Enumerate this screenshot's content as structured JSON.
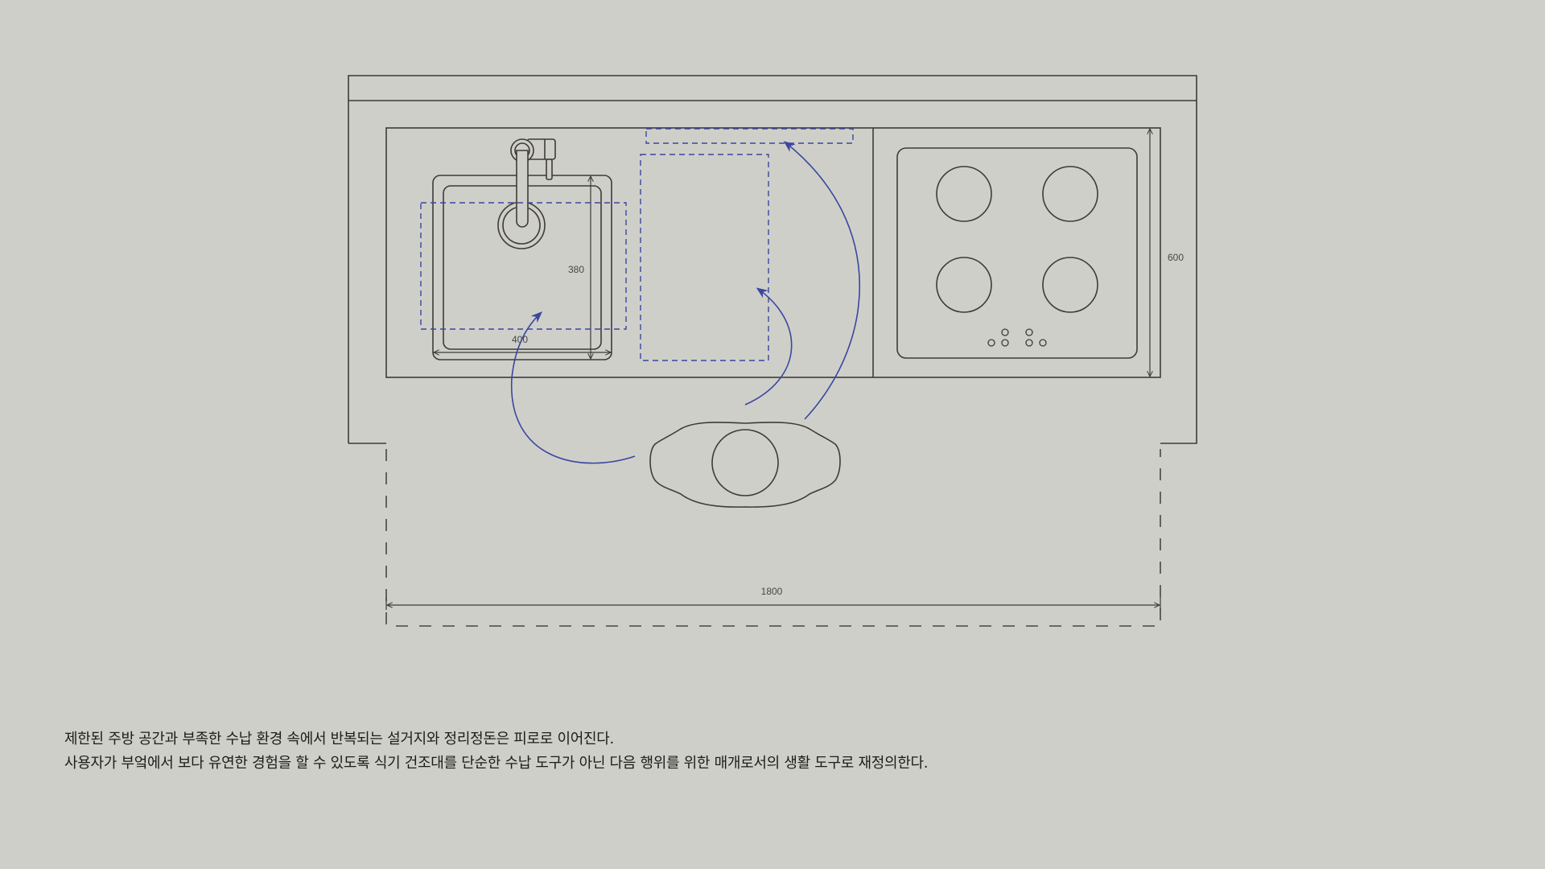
{
  "diagram": {
    "type": "kitchen-floor-plan",
    "colors": {
      "background": "#cfcfca",
      "line": "#3f3b38",
      "accent": "#3a47a0"
    },
    "dimensions": {
      "sink_height": "380",
      "sink_width": "400",
      "counter_depth": "600",
      "counter_width": "1800"
    },
    "elements": [
      "wall-cabinet",
      "countertop",
      "sink-basin",
      "faucet",
      "drying-rack-zone-sink",
      "drying-rack-zone-counter",
      "backsplash-shelf-zone",
      "cooktop-4-burner",
      "user-figure",
      "movement-arrows"
    ]
  },
  "caption": {
    "line1": "제한된 주방 공간과 부족한 수납 환경 속에서 반복되는 설거지와 정리정돈은 피로로 이어진다.",
    "line2": "사용자가 부엌에서 보다 유연한 경험을 할 수 있도록 식기 건조대를 단순한 수납 도구가 아닌 다음 행위를 위한 매개로서의 생활 도구로 재정의한다."
  }
}
